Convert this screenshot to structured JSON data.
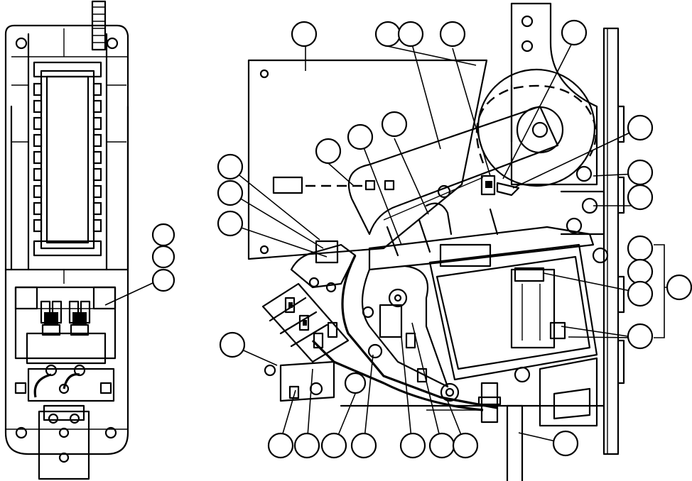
{
  "diagram": {
    "views": [
      "left-view",
      "right-view"
    ],
    "callout_count": 31,
    "stroke_color": "#000000",
    "background_color": "#ffffff"
  }
}
